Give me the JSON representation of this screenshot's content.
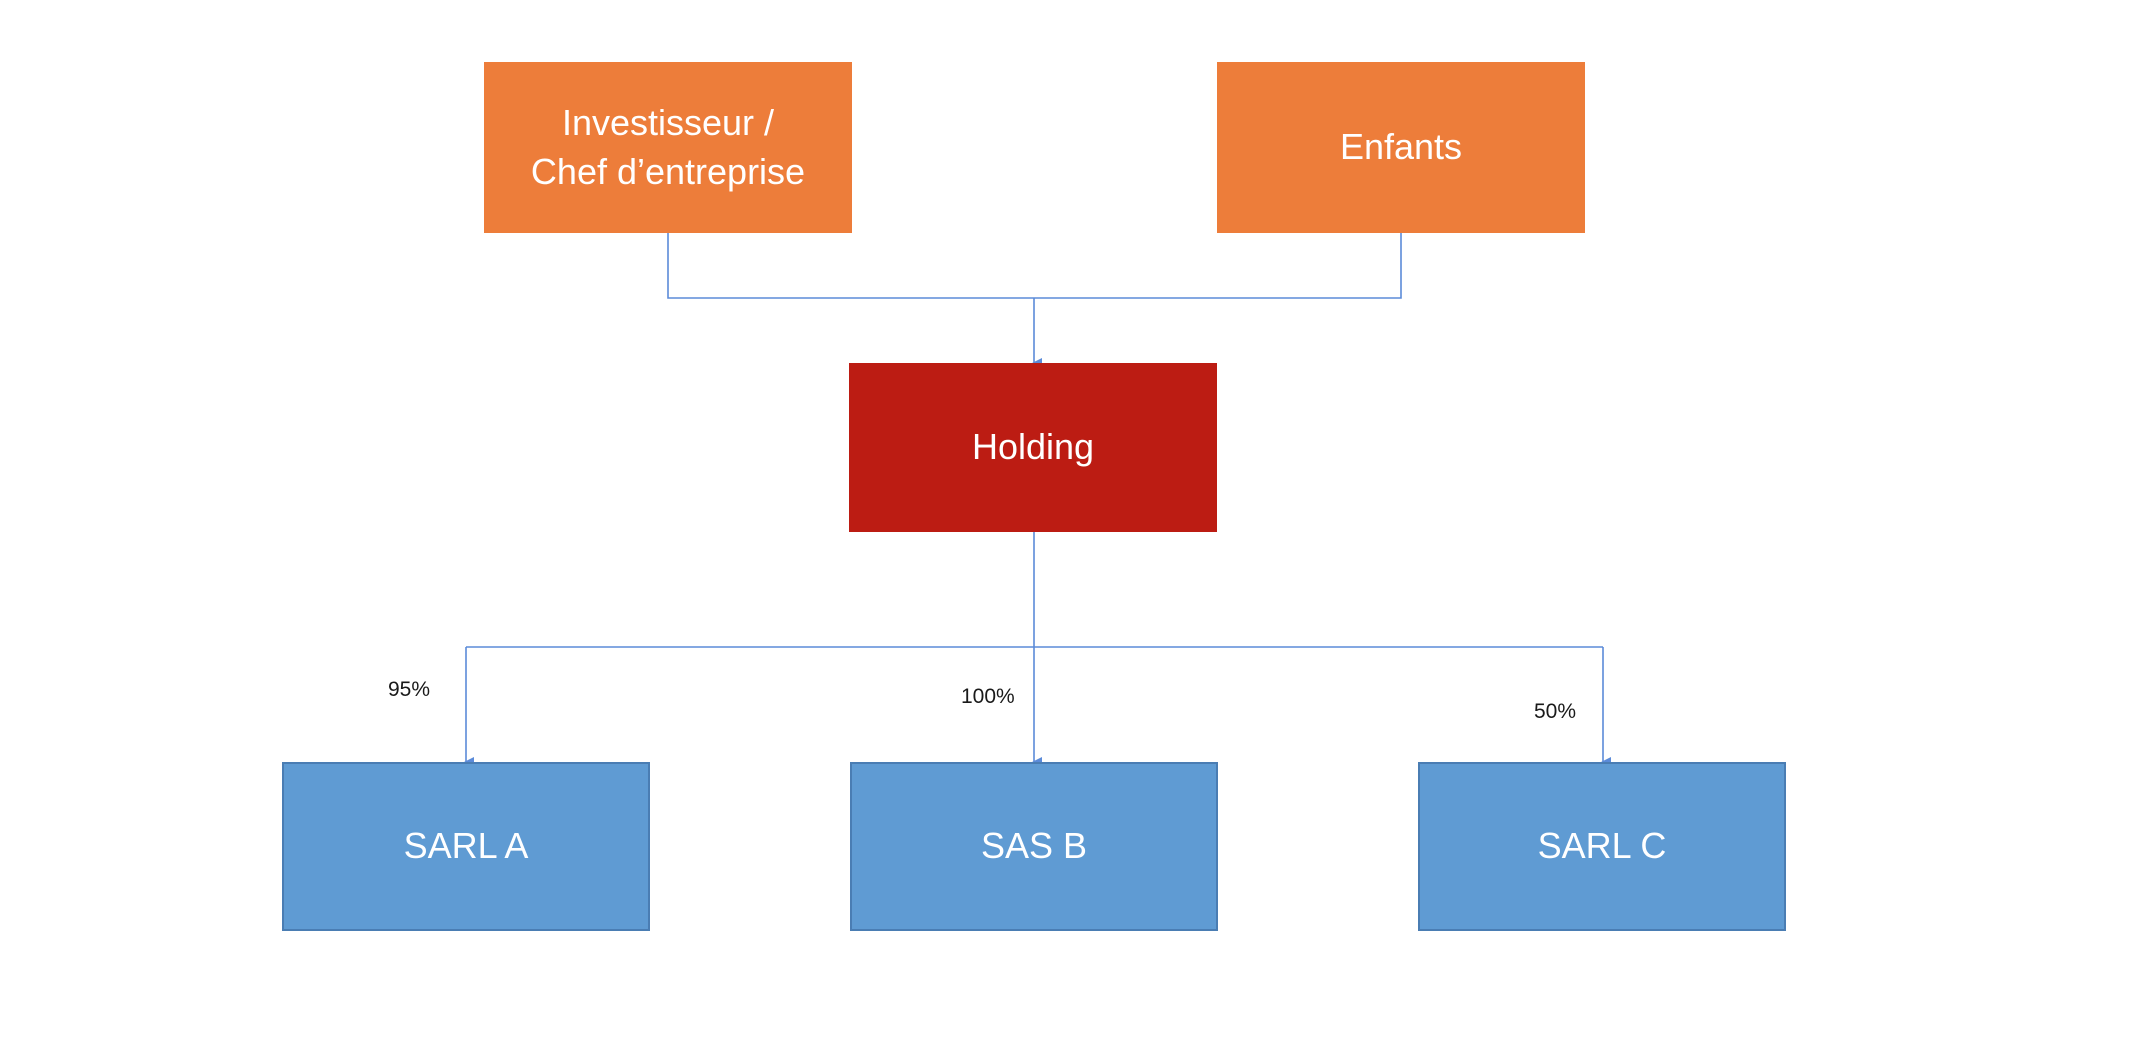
{
  "nodes": {
    "investisseur": {
      "line1": "Investisseur /",
      "line2": "Chef d’entreprise"
    },
    "enfants": {
      "label": "Enfants"
    },
    "holding": {
      "label": "Holding"
    },
    "sarl_a": {
      "label": "SARL A"
    },
    "sas_b": {
      "label": "SAS B"
    },
    "sarl_c": {
      "label": "SARL C"
    }
  },
  "ownership": {
    "sarl_a": "95%",
    "sas_b": "100%",
    "sarl_c": "50%"
  },
  "colors": {
    "owners": "#ED7D3A",
    "holding": "#BC1C13",
    "subsidiaries": "#5F9BD3",
    "connectors": "#5B8BD9"
  }
}
